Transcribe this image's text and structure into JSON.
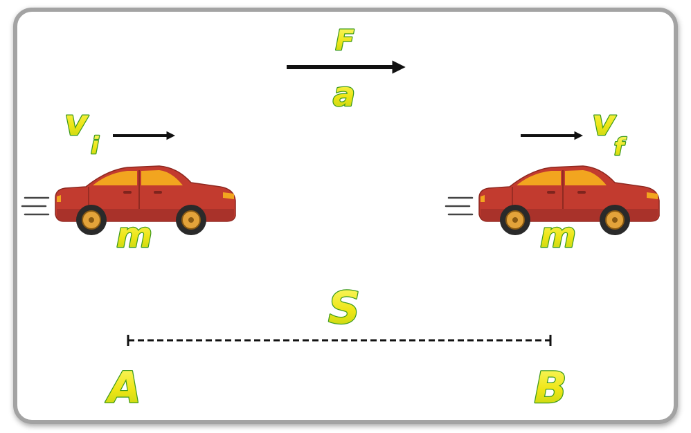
{
  "labels": {
    "force": "F",
    "acceleration": "a",
    "initial_velocity_main": "v",
    "initial_velocity_sub": "i",
    "final_velocity_main": "v",
    "final_velocity_sub": "f",
    "mass_left": "m",
    "mass_right": "m",
    "displacement": "S",
    "point_a": "A",
    "point_b": "B"
  },
  "colors": {
    "label_fill": "#f1ee1c",
    "label_outline": "#3c9a1e",
    "car_body": "#c23b2f",
    "car_window": "#f2a51f",
    "arrow": "#111111",
    "frame_border": "#a3a3a3"
  }
}
